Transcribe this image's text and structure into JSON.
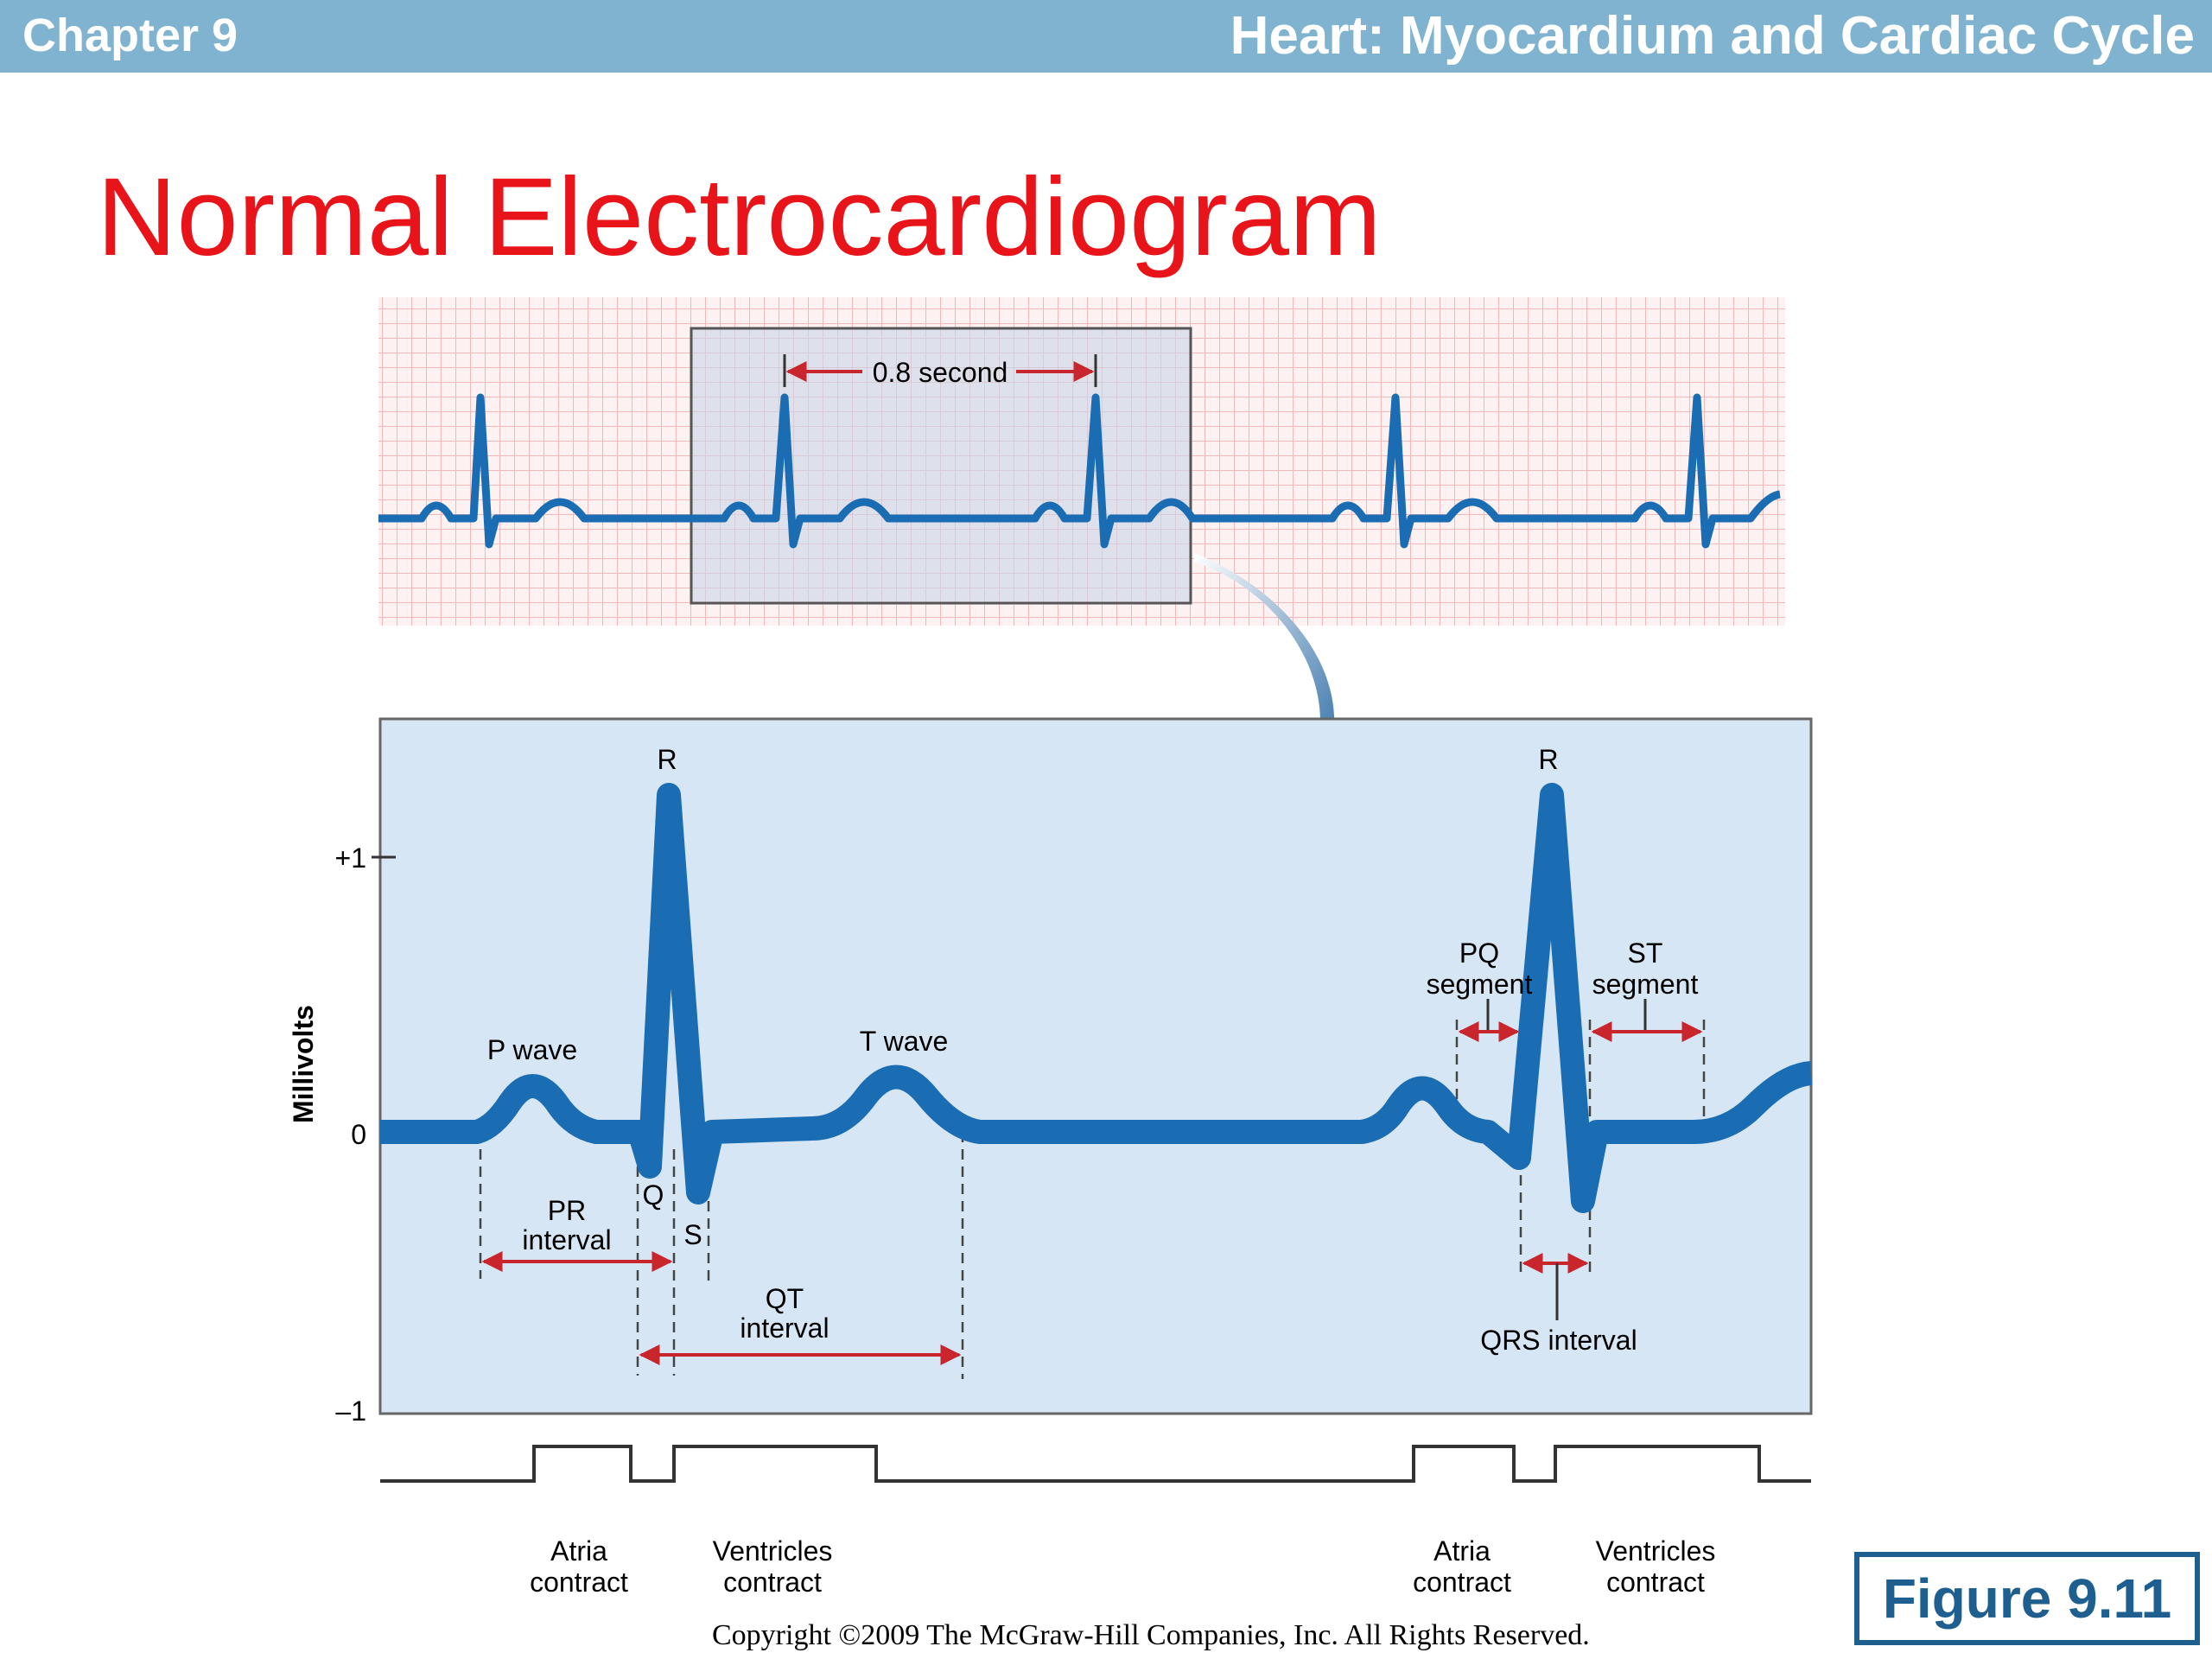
{
  "header": {
    "chapter": "Chapter 9",
    "title": "Heart: Myocardium and Cardiac Cycle"
  },
  "slide_title": "Normal Electrocardiogram",
  "strip": {
    "duration_label": "0.8 second"
  },
  "detail": {
    "y_axis_label": "Millivolts",
    "y_ticks": [
      "+1",
      "0",
      "–1"
    ],
    "waves": {
      "r1": "R",
      "r2": "R",
      "p": "P wave",
      "t": "T wave",
      "q": "Q",
      "s": "S"
    },
    "intervals": {
      "pr": [
        "PR",
        "interval"
      ],
      "qt": [
        "QT",
        "interval"
      ],
      "pq": [
        "PQ",
        "segment"
      ],
      "st": [
        "ST",
        "segment"
      ],
      "qrs": "QRS interval"
    },
    "contractions": {
      "atria1": [
        "Atria",
        "contract"
      ],
      "ventricles1": [
        "Ventricles",
        "contract"
      ],
      "atria2": [
        "Atria",
        "contract"
      ],
      "ventricles2": [
        "Ventricles",
        "contract"
      ]
    }
  },
  "figure_label": "Figure 9.11",
  "copyright": "Copyright ©2009 The McGraw-Hill Companies, Inc. All Rights Reserved.",
  "colors": {
    "header_bar": "#7fb3cf",
    "title_red": "#e8141a",
    "ecg_blue": "#1a6db3",
    "grid_pink": "#f2b8b8",
    "panel_blue": "#d6e6f5",
    "arrow_red": "#c8262c"
  }
}
